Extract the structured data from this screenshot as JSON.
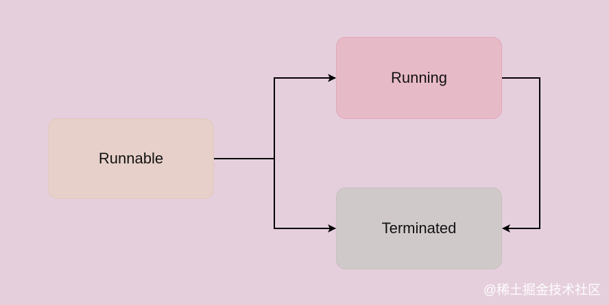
{
  "nodes": {
    "runnable": {
      "label": "Runnable"
    },
    "running": {
      "label": "Running"
    },
    "terminated": {
      "label": "Terminated"
    }
  },
  "watermark": "@稀土掘金技术社区",
  "colors": {
    "background": "#e6cfdd",
    "runnable_fill": "#e6d0c9",
    "running_fill": "#e7bac8",
    "terminated_fill": "#d0c9ca",
    "arrow": "#000000"
  }
}
